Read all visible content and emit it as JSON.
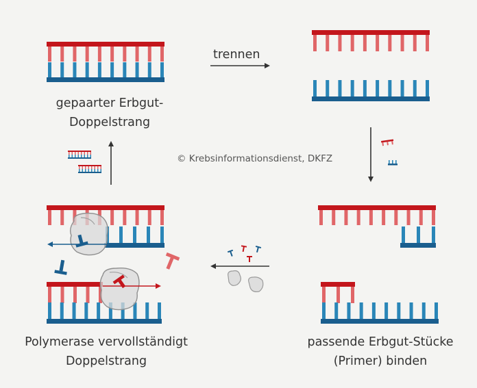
{
  "colors": {
    "red_dark": "#c3161c",
    "red_light": "#e06668",
    "blue_dark": "#1a5e8e",
    "blue_light": "#2a86b8",
    "arrow": "#333333",
    "background": "#f4f4f2"
  },
  "labels": {
    "step1": {
      "line1": "gepaarter Erbgut-",
      "line2": "Doppelstrang"
    },
    "separate": "trennen",
    "step3": {
      "line1": "passende Erbgut-Stücke",
      "line2": "(Primer) binden"
    },
    "step4": {
      "line1": "Polymerase vervollständigt",
      "line2": "Doppelstrang"
    }
  },
  "copyright": "© Krebsinformationsdienst, DKFZ"
}
